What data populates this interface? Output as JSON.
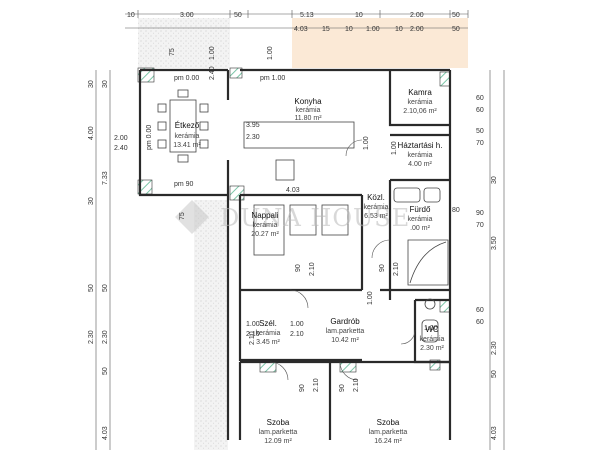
{
  "watermark": {
    "text": "DUNA HOUSE"
  },
  "top_dimensions": [
    "10",
    "3.00",
    "50",
    "5.13",
    "10",
    "2.00",
    "50",
    "4.03",
    "15",
    "10",
    "1.00",
    "10",
    "2.00",
    "50"
  ],
  "left_dimensions": [
    "30",
    "30",
    "2.00",
    "4.00",
    "2.40",
    "7.33",
    "30",
    "50",
    "2.30",
    "50",
    "2.30",
    "50",
    "4.03"
  ],
  "right_dimensions": [
    "60",
    "60",
    "50",
    "70",
    "30",
    "80",
    "90",
    "70",
    "3.50",
    "60",
    "60",
    "2.30",
    "50",
    "4.03"
  ],
  "rooms": [
    {
      "name": "Konyha",
      "floor": "kerámia",
      "area": "11.80 m²"
    },
    {
      "name": "Étkező",
      "floor": "kerámia",
      "area": "13.41 m²"
    },
    {
      "name": "Kamra",
      "floor": "kerámia",
      "area": "2.10,06 m²"
    },
    {
      "name": "Háztartási h.",
      "floor": "kerámia",
      "area": "4.00 m²"
    },
    {
      "name": "Közl.",
      "floor": "kerámia",
      "area": "6.53 m²"
    },
    {
      "name": "Fürdő",
      "floor": "kerámia",
      "area": ".00 m²"
    },
    {
      "name": "Nappali",
      "floor": "kerámia",
      "area": "20.27 m²"
    },
    {
      "name": "Gardrób",
      "floor": "lam.parketta",
      "area": "10.42 m²"
    },
    {
      "name": "Szél.",
      "floor": "kerámia",
      "area": "3.45 m²"
    },
    {
      "name": "WC",
      "floor": "kerámia",
      "area": "2.30 m²"
    },
    {
      "name": "Szoba",
      "floor": "lam.parketta",
      "area": "12.09 m²"
    },
    {
      "name": "Szoba",
      "floor": "lam.parketta",
      "area": "16.24 m²"
    }
  ],
  "inner_labels": {
    "pm_top_left": "pm 0.00",
    "pm_kitchen": "pm 1.00",
    "pm_side": "pm 0.00",
    "pm_bottom": "pm 90",
    "d_395": "3.95",
    "d_230": "2.30",
    "d_403": "4.03",
    "d_75a": "75",
    "d_100a": "1.00",
    "d_240": "2.40",
    "d_75b": "75",
    "d_100b": "1.00",
    "d_100c": "1.00",
    "d_100d": "1.00",
    "d_90a": "90",
    "d_210a": "2.10",
    "d_90b": "90",
    "d_210b": "2.10",
    "d_100e": "1.00",
    "d_210c": "2.10",
    "d_100f": "1.00",
    "d_210d": "2.10",
    "d_90c": "90",
    "d_210e": "2.10",
    "d_90d": "90",
    "d_210f": "2.10",
    "d_100g": "1.00",
    "d_210g": "2.10",
    "d_100h": "1.00"
  }
}
